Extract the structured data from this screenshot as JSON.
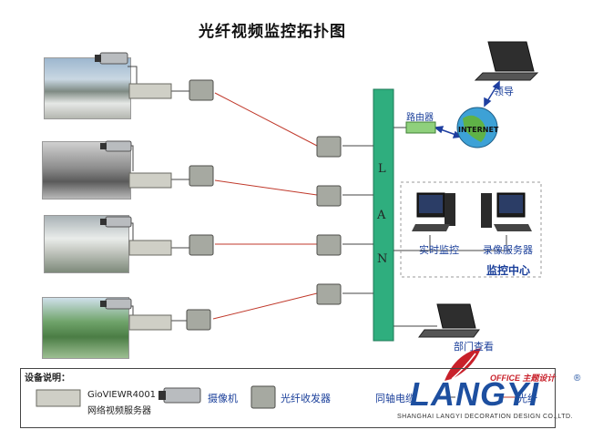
{
  "diagram": {
    "title": "光纤视频监控拓扑图",
    "lan_letters": [
      "L",
      "A",
      "N"
    ],
    "router_label": "路由器",
    "internet_label": "INTERNET",
    "leader_label": "领导",
    "realtime_label": "实时监控",
    "recorder_label": "录像服务器",
    "center_label": "监控中心",
    "dept_label": "部门查看"
  },
  "legend": {
    "heading": "设备说明：",
    "server_line1": "GioVIEWR4001",
    "server_line2": "网络视频服务器",
    "camera": "摄像机",
    "transceiver": "光纤收发器",
    "coax": "同轴电缆",
    "fiber": "光纤"
  },
  "brand": {
    "name": "LANGYI",
    "tagline": "OFFICE 主题设计",
    "company": "SHANGHAI LANGYI DECORATION DESIGN CO.,LTD.",
    "reg": "®"
  },
  "colors": {
    "lan_bar": "#2fae7e",
    "fiber_line": "#c0392b",
    "brand_red": "#c8202a",
    "brand_blue": "#1d4fa0"
  }
}
